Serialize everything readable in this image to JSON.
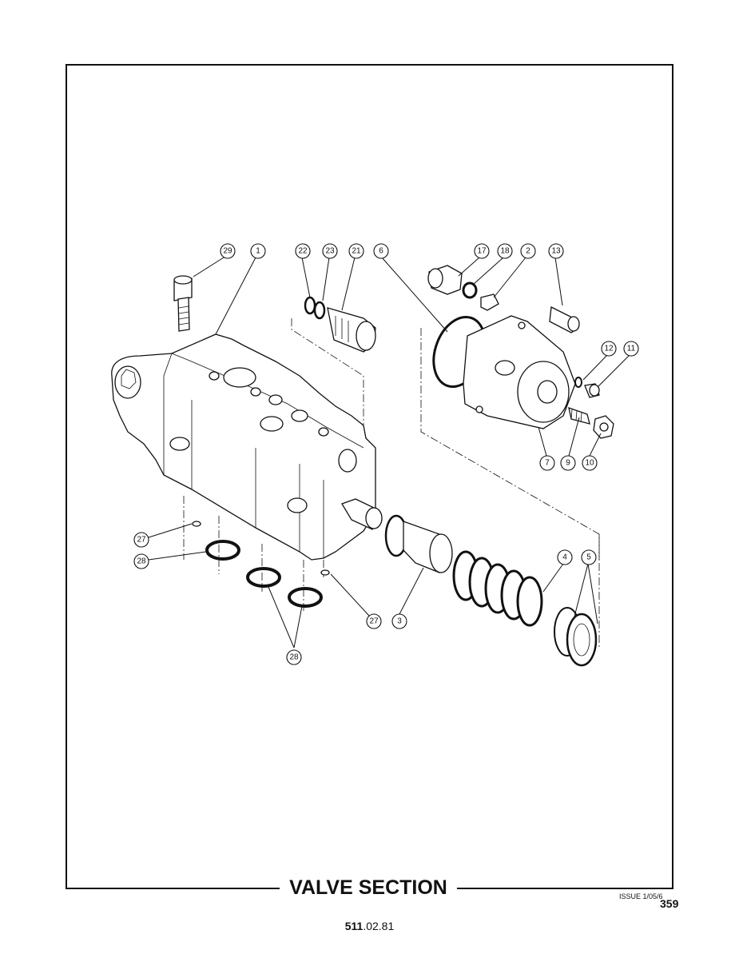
{
  "title": "VALVE SECTION",
  "issue": "ISSUE 1/05/6",
  "page_number": "359",
  "doc_ref": {
    "bold": "511",
    "rest": ".02.81"
  },
  "callouts": [
    "29",
    "1",
    "22",
    "23",
    "21",
    "6",
    "17",
    "18",
    "2",
    "13",
    "12",
    "11",
    "7",
    "9",
    "10",
    "27",
    "28",
    "27",
    "3",
    "4",
    "5",
    "28"
  ]
}
